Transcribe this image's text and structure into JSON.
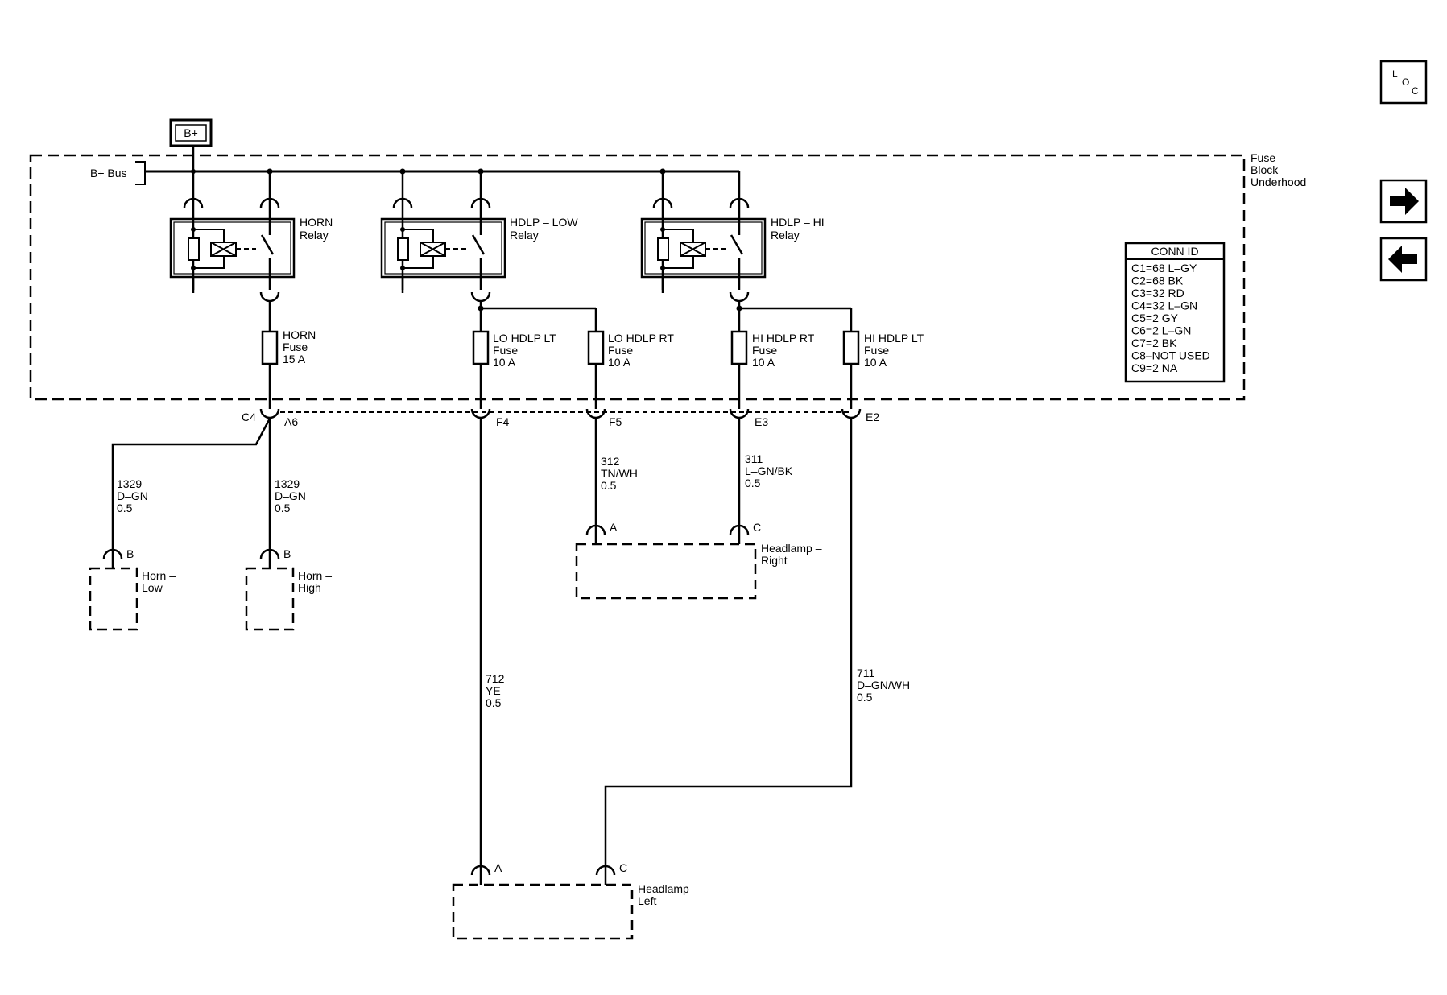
{
  "bplus": "B+",
  "bus_label": "B+ Bus",
  "fuse_block": [
    "Fuse",
    "Block –",
    "Underhood"
  ],
  "loc": {
    "l": "L",
    "o": "O",
    "c": "C"
  },
  "relays": [
    {
      "lines": [
        "HORN",
        "Relay"
      ]
    },
    {
      "lines": [
        "HDLP – LOW",
        "Relay"
      ]
    },
    {
      "lines": [
        "HDLP – HI",
        "Relay"
      ]
    }
  ],
  "fuses": [
    {
      "lines": [
        "HORN",
        "Fuse",
        "15 A"
      ]
    },
    {
      "lines": [
        "LO HDLP LT",
        "Fuse",
        "10 A"
      ]
    },
    {
      "lines": [
        "LO HDLP RT",
        "Fuse",
        "10 A"
      ]
    },
    {
      "lines": [
        "HI HDLP RT",
        "Fuse",
        "10 A"
      ]
    },
    {
      "lines": [
        "HI HDLP LT",
        "Fuse",
        "10 A"
      ]
    }
  ],
  "conn_id": {
    "title": "CONN ID",
    "rows": [
      "C1=68 L–GY",
      "C2=68 BK",
      "C3=32 RD",
      "C4=32 L–GN",
      "C5=2 GY",
      "C6=2 L–GN",
      "C7=2 BK",
      "C8–NOT USED",
      "C9=2 NA"
    ]
  },
  "connector": "C4",
  "pins": [
    "A6",
    "F4",
    "F5",
    "E3",
    "E2"
  ],
  "wires": [
    {
      "lines": [
        "1329",
        "D–GN",
        "0.5"
      ]
    },
    {
      "lines": [
        "1329",
        "D–GN",
        "0.5"
      ]
    },
    {
      "lines": [
        "312",
        "TN/WH",
        "0.5"
      ]
    },
    {
      "lines": [
        "311",
        "L–GN/BK",
        "0.5"
      ]
    },
    {
      "lines": [
        "712",
        "YE",
        "0.5"
      ]
    },
    {
      "lines": [
        "711",
        "D–GN/WH",
        "0.5"
      ]
    }
  ],
  "terminals": [
    "B",
    "B",
    "A",
    "C",
    "A",
    "C"
  ],
  "components": [
    {
      "lines": [
        "Horn –",
        "Low"
      ]
    },
    {
      "lines": [
        "Horn –",
        "High"
      ]
    },
    {
      "lines": [
        "Headlamp –",
        "Right"
      ]
    },
    {
      "lines": [
        "Headlamp –",
        "Left"
      ]
    }
  ]
}
